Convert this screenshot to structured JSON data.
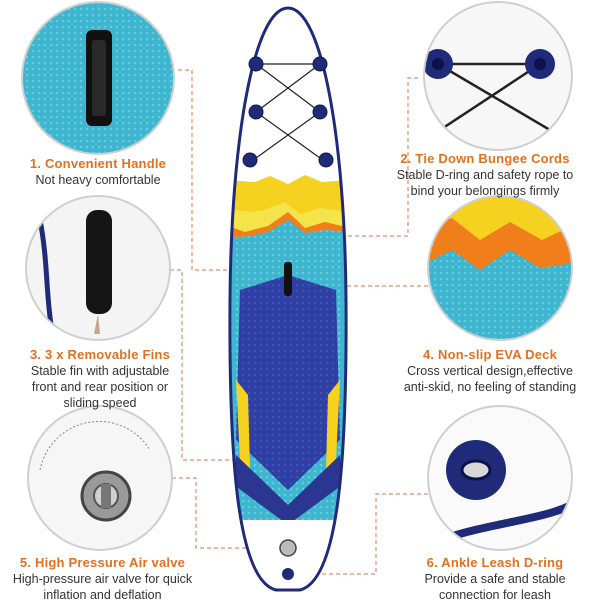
{
  "features": [
    {
      "title": "1. Convenient Handle",
      "lines": [
        "Not heavy comfortable"
      ]
    },
    {
      "title": "2. Tie Down Bungee Cords",
      "lines": [
        "Stable D-ring and safety rope to",
        "bind your belongings firmly"
      ]
    },
    {
      "title": "3. 3 x Removable Fins",
      "lines": [
        "Stable fin with adjustable",
        "front and rear position or",
        "sliding speed"
      ]
    },
    {
      "title": "4. Non-slip EVA Deck",
      "lines": [
        "Cross vertical design,effective",
        "anti-skid, no feeling of standing"
      ]
    },
    {
      "title": "5. High Pressure Air valve",
      "lines": [
        "High-pressure air valve for quick",
        "inflation and deflation"
      ]
    },
    {
      "title": "6. Ankle Leash D-ring",
      "lines": [
        "Provide a safe and stable",
        "connection for leash"
      ]
    }
  ],
  "colors": {
    "accent_orange": "#e2701f",
    "board_navy": "#1f2a78",
    "deck_teal": "#3eb6cf",
    "deck_yellow": "#f5d21f",
    "deck_orange": "#f07e1a",
    "deck_blue": "#2f3fa3"
  }
}
